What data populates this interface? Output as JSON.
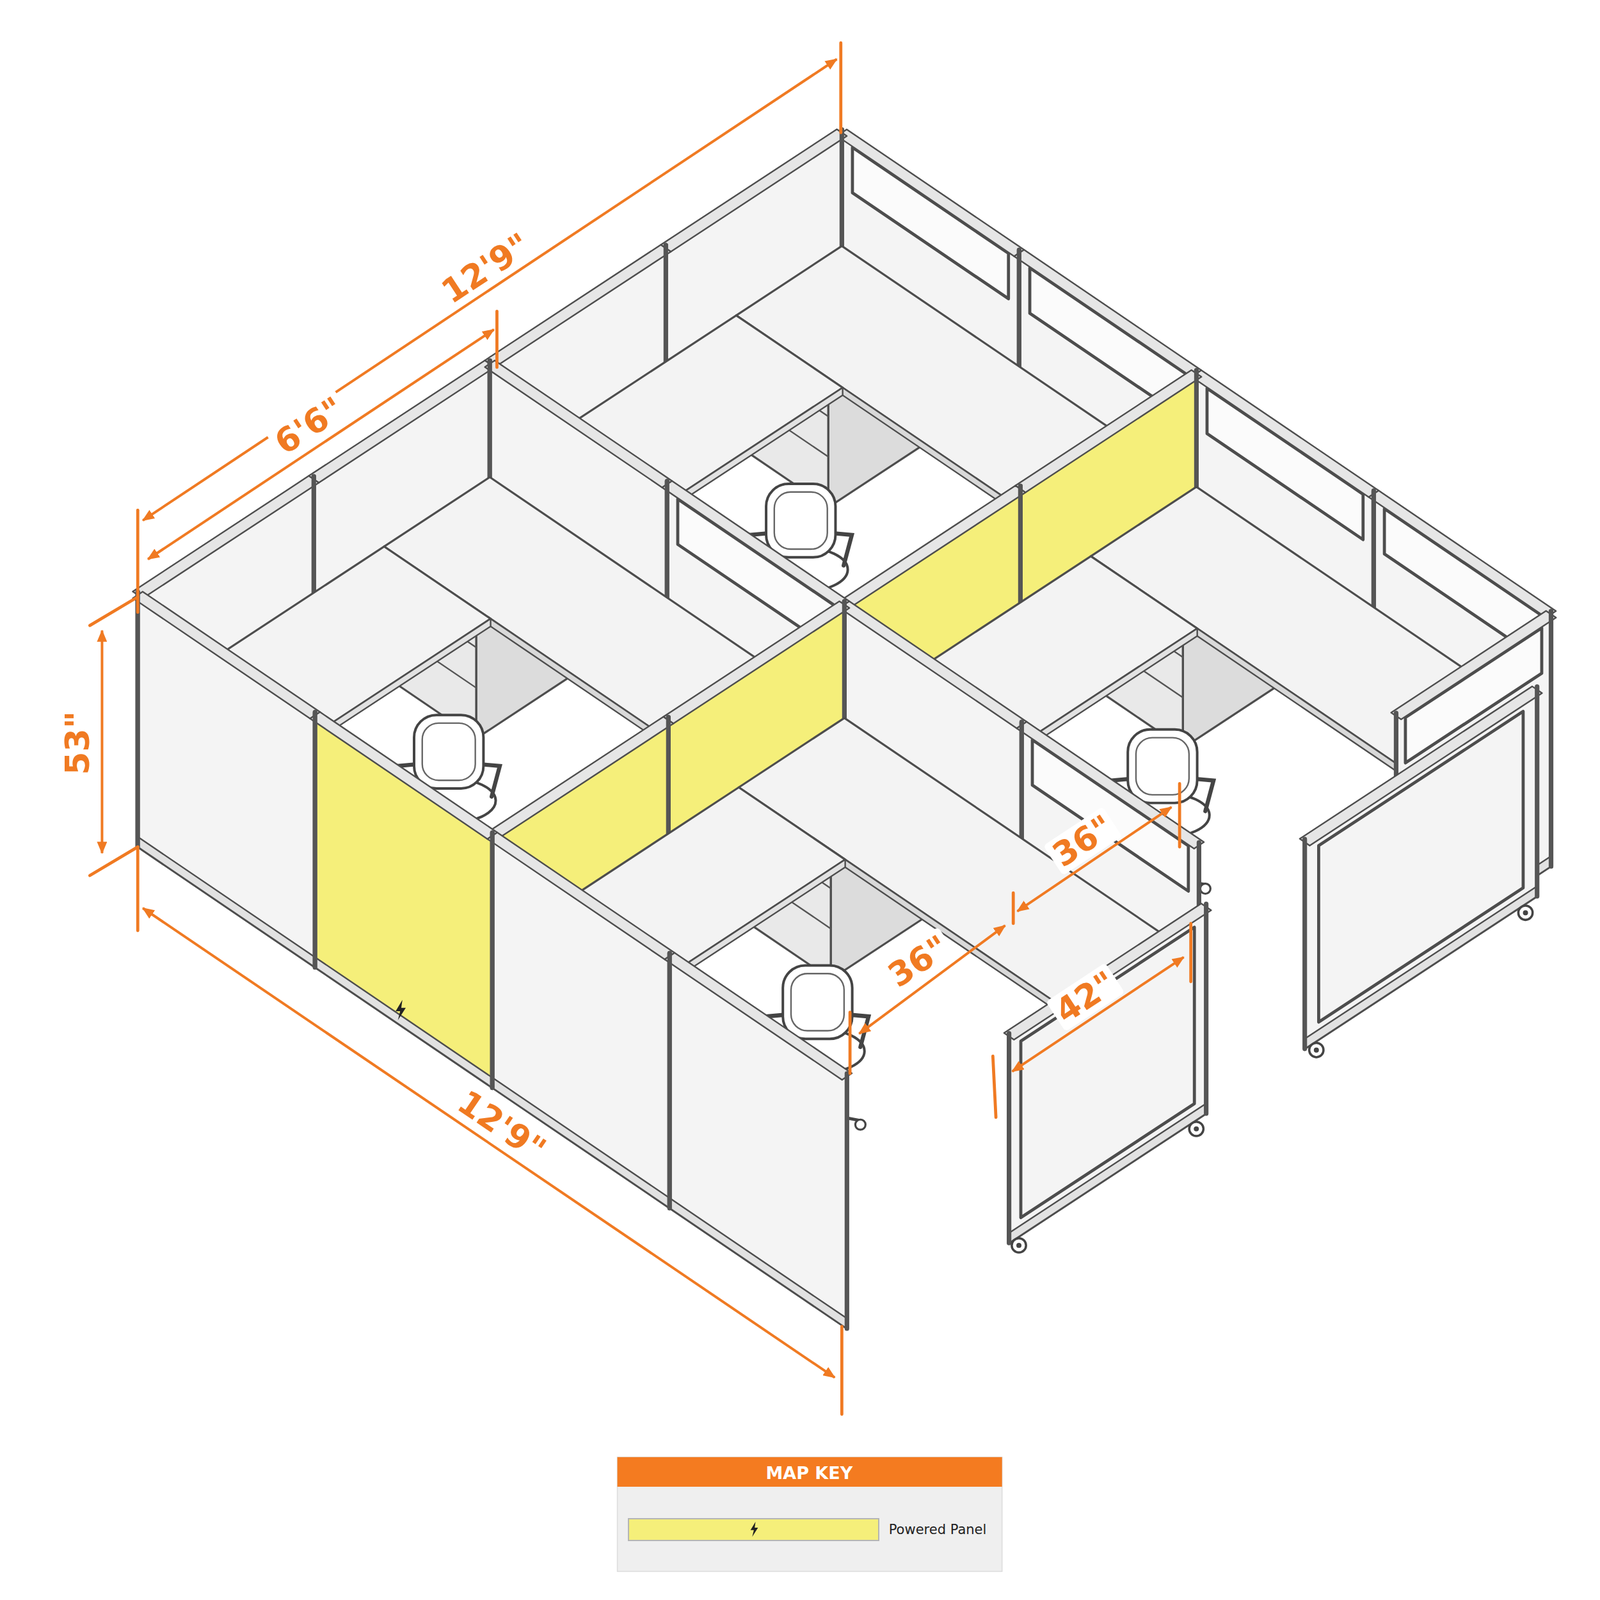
{
  "diagram": {
    "labels": [
      "12'9\"",
      "6'6\"",
      "53\"",
      "12'9\"",
      "36\"",
      "36\"",
      "42\"",
      "MAP KEY"
    ],
    "legend": [
      {
        "text": "Powered Panel",
        "color": "#f5ef7a"
      }
    ]
  }
}
